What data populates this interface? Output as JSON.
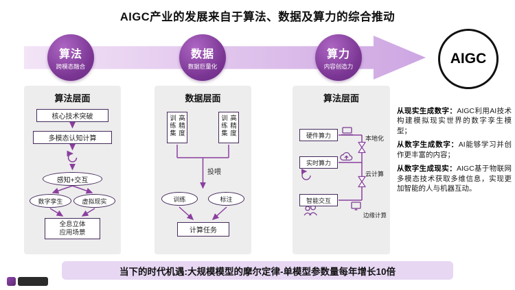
{
  "title": "AIGC产业的发展来自于算法、数据及算力的综合推动",
  "flow": {
    "stages": [
      {
        "label": "算法",
        "sub": "跨模态融合"
      },
      {
        "label": "数据",
        "sub": "数据巨量化"
      },
      {
        "label": "算力",
        "sub": "内容创造力"
      }
    ],
    "result": "AIGC"
  },
  "panels": [
    {
      "header": "算法层面",
      "box1": "核心技术突破",
      "box2": "多模态认知计算",
      "oval_main": "感知+交互",
      "oval_left": "数字孪生",
      "oval_right": "虚拟现实",
      "bottom_line1": "全息立体",
      "bottom_line2": "应用场景"
    },
    {
      "header": "数据层面",
      "train_box1": "高精度训练集",
      "train_box2": "高精度训练集",
      "arrow_label": "投喂",
      "oval_left": "训练",
      "oval_right": "标注",
      "bottom": "计算任务"
    },
    {
      "header": "算法层面",
      "box1": "硬件算力",
      "box2": "实时算力",
      "box3": "智能交互",
      "label1": "本地化",
      "label2": "云计算",
      "label3": "边缘计算"
    }
  ],
  "insights": [
    {
      "lead": "从现实生成数字：",
      "body": "AIGC利用AI技术构建模拟现实世界的数字孪生模型；"
    },
    {
      "lead": "从数字生成数字：",
      "body": "AI能够学习并创作更丰富的内容；"
    },
    {
      "lead": "从数字生成现实：",
      "body": "AIGC基于物联网多模态技术获取多维信息，实现更加智能的人与机器互动。"
    }
  ],
  "banner": "当下的时代机遇:大规模模型的摩尔定律-单模型参数量每年增长10倍",
  "icons": {
    "panel1_cycle": "cycle-arrows",
    "panel3_laptop": "laptop",
    "panel3_cloud": "cloud-upload",
    "panel3_cycle": "cycle-arrows",
    "panel3_people": "people",
    "panel3_monitor": "monitor"
  },
  "colors": {
    "circle_purple": "#7b3694",
    "line_purple": "#8a3f9e",
    "arrow_light": "#dfc2ec",
    "panel_bg": "#ededed",
    "banner_bg": "#e7d7f3"
  }
}
